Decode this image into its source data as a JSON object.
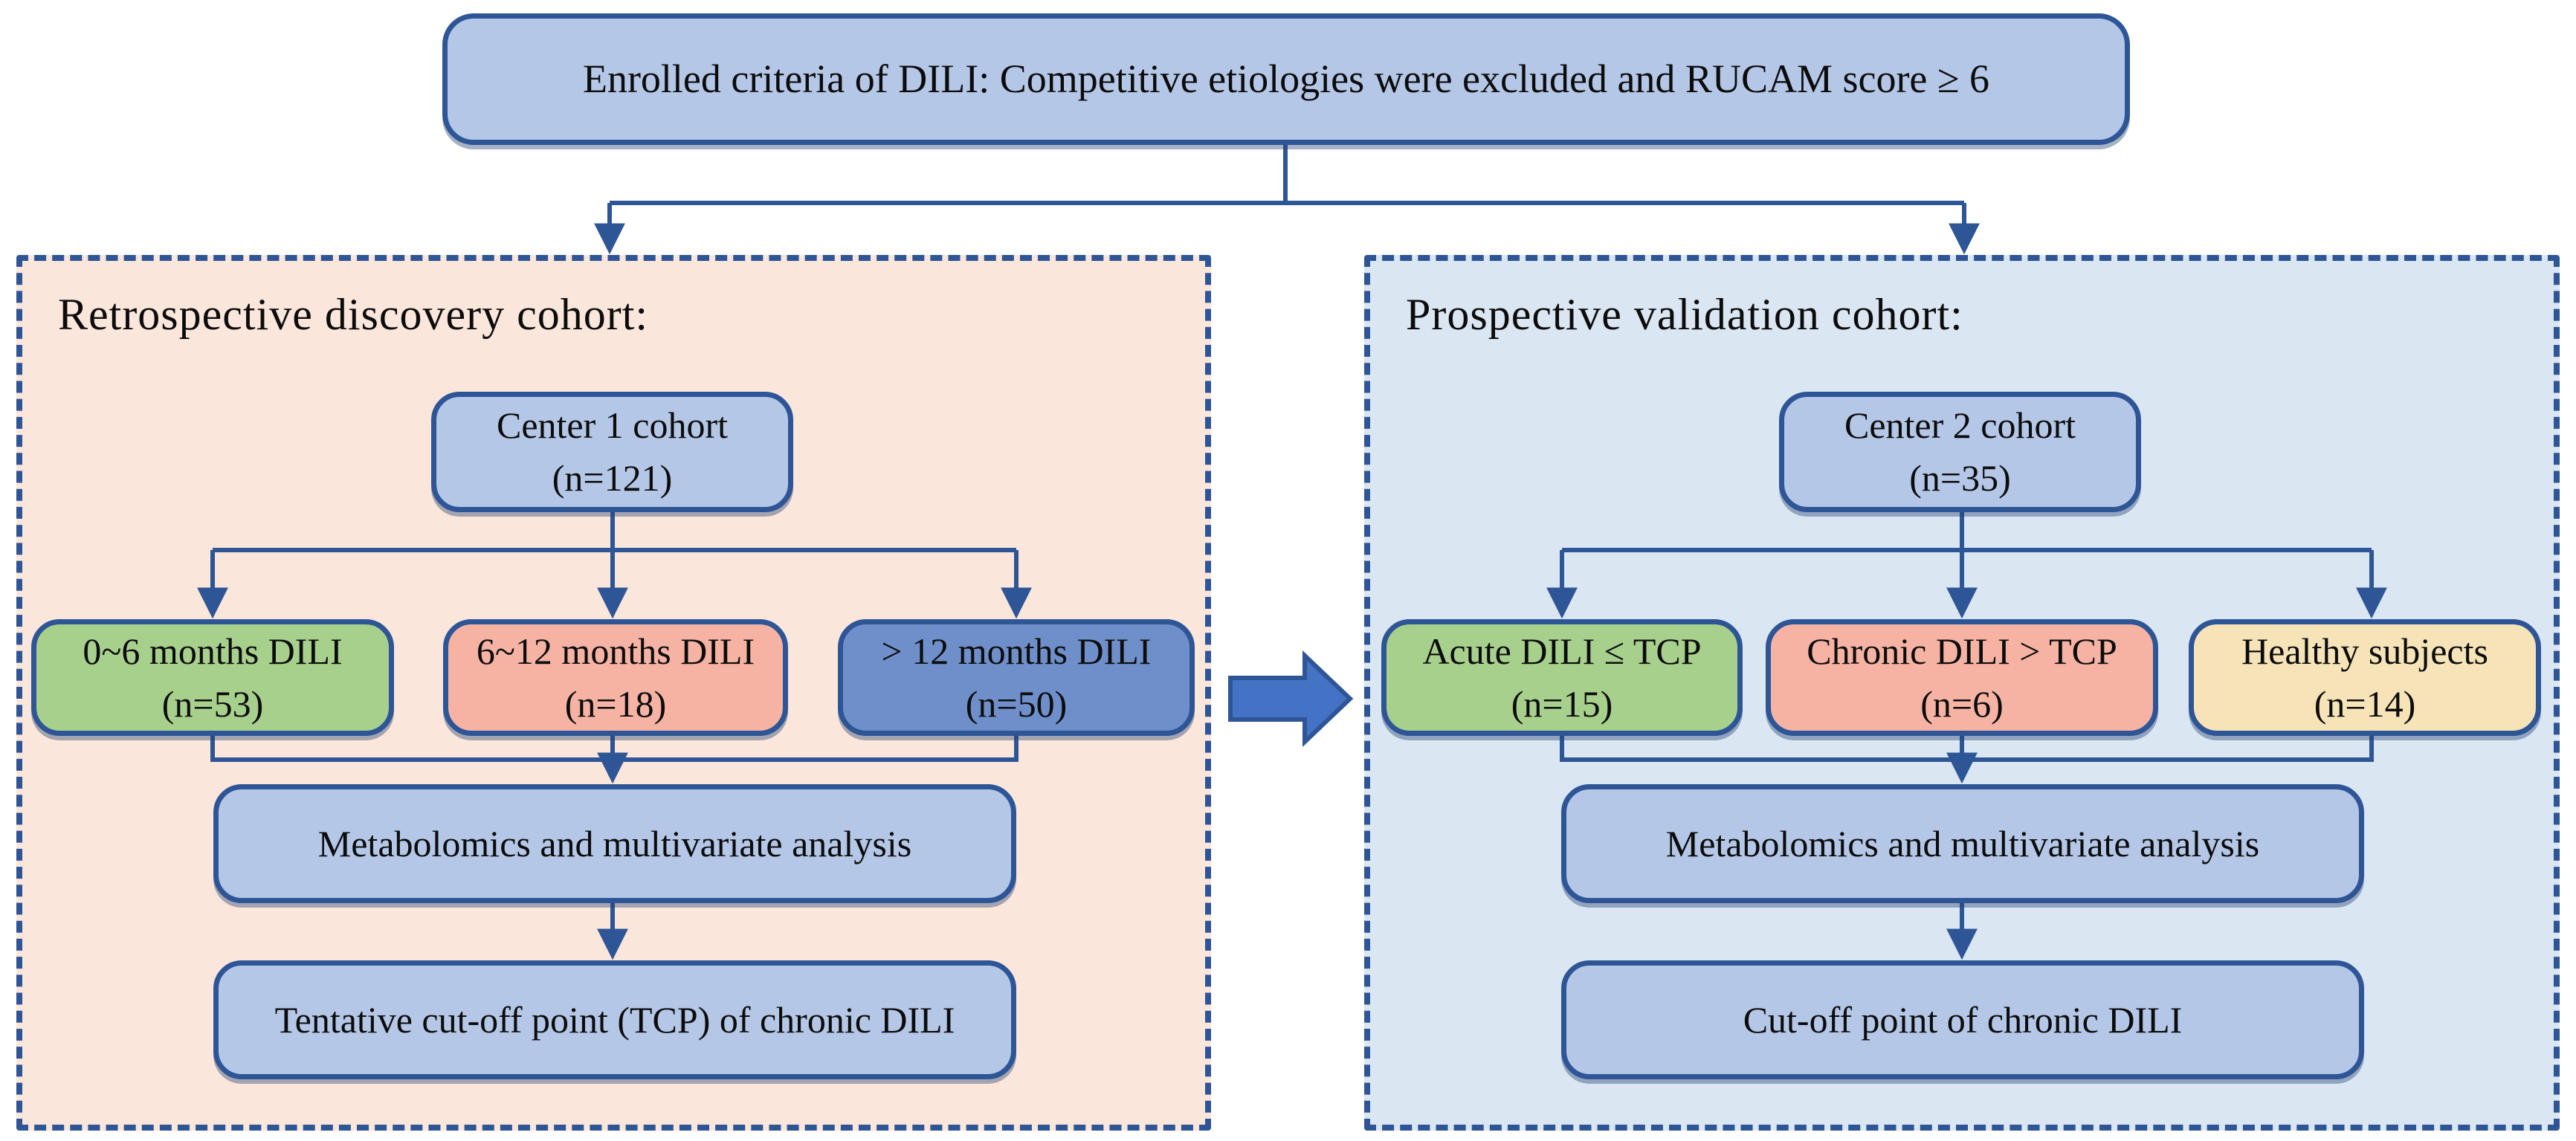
{
  "top_box": {
    "text": "Enrolled criteria of DILI: Competitive etiologies were excluded and RUCAM score ≥ 6"
  },
  "left_panel": {
    "title": "Retrospective discovery cohort:",
    "cohort": {
      "line1": "Center 1 cohort",
      "line2": "(n=121)"
    },
    "groups": [
      {
        "line1": "0~6 months DILI",
        "line2": "(n=53)",
        "color": "#a8d08d"
      },
      {
        "line1": "6~12 months DILI",
        "line2": "(n=18)",
        "color": "#f6b3a4"
      },
      {
        "line1": "> 12 months DILI",
        "line2": "(n=50)",
        "color": "#6e8fca"
      }
    ],
    "analysis": "Metabolomics and multivariate analysis",
    "outcome": "Tentative cut-off point (TCP) of chronic DILI"
  },
  "right_panel": {
    "title": "Prospective validation cohort:",
    "cohort": {
      "line1": "Center 2 cohort",
      "line2": "(n=35)"
    },
    "groups": [
      {
        "line1": "Acute DILI ≤ TCP",
        "line2": "(n=15)",
        "color": "#a8d08d"
      },
      {
        "line1": "Chronic DILI > TCP",
        "line2": "(n=6)",
        "color": "#f6b3a4"
      },
      {
        "line1": "Healthy subjects",
        "line2": "(n=14)",
        "color": "#f7e3b8"
      }
    ],
    "analysis": "Metabolomics and multivariate analysis",
    "outcome": "Cut-off point of chronic DILI"
  },
  "colors": {
    "node_blue": "#b4c7e7",
    "panel_pink_bg": "#fbe6dc",
    "panel_blue_bg": "#dbe6f3",
    "outline_navy": "#2e5596",
    "flow_arrow_blue": "#4472c4"
  }
}
